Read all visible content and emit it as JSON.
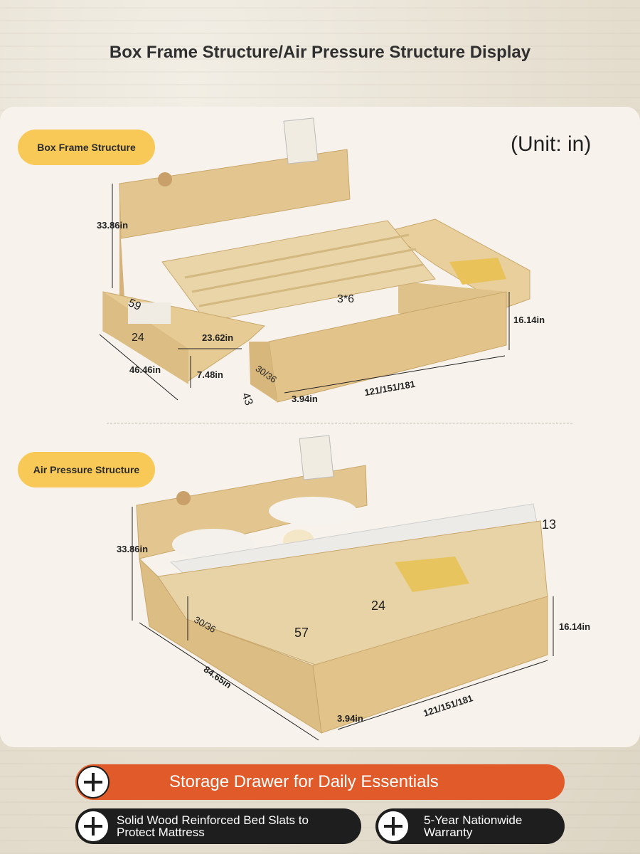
{
  "page": {
    "title": "Box Frame Structure/Air Pressure Structure Display",
    "unit_label": "(Unit: in)"
  },
  "box_frame": {
    "label": "Box Frame Structure",
    "dims": {
      "height": "33.86in",
      "drawer_depth": "59",
      "drawer_height": "24",
      "drawer_inner": "23.62in",
      "length": "46.46in",
      "drawer_side": "7.48in",
      "slat": "3*6",
      "rail_height": "30/36",
      "foot": "43",
      "leg": "3.94in",
      "width_options": "121/151/181",
      "side_height": "16.14in"
    }
  },
  "air_pressure": {
    "label": "Air Pressure Structure",
    "dims": {
      "height": "33.86in",
      "lift": "13",
      "inner_height": "24",
      "rail_height": "30/36",
      "inner_length": "57",
      "length": "84.65in",
      "leg": "3.94in",
      "width_options": "121/151/181",
      "side_height": "16.14in"
    }
  },
  "features": {
    "main": "Storage Drawer for Daily Essentials",
    "left": "Solid Wood Reinforced Bed Slats to Protect Mattress",
    "right": "5-Year Nationwide Warranty"
  },
  "colors": {
    "accent_yellow": "#f8c957",
    "banner_orange": "#e15a2a",
    "banner_dark": "#1e1e1e",
    "wood_light": "#e8cf9c",
    "wood_mid": "#d9b97c"
  }
}
